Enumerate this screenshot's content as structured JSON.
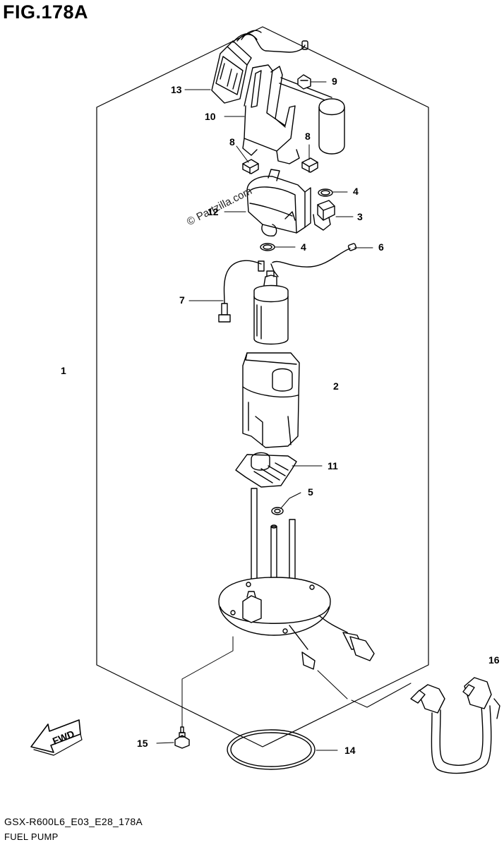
{
  "figure": {
    "title": "FIG.178A",
    "model_code": "GSX-R600L6_E03_E28_178A",
    "caption": "FUEL PUMP",
    "watermark": "© Partzilla.com",
    "direction_label": "FWD"
  },
  "callouts": [
    {
      "id": "1"
    },
    {
      "id": "2"
    },
    {
      "id": "3"
    },
    {
      "id": "4"
    },
    {
      "id": "4b",
      "text": "4"
    },
    {
      "id": "5"
    },
    {
      "id": "6"
    },
    {
      "id": "7"
    },
    {
      "id": "8"
    },
    {
      "id": "8b",
      "text": "8"
    },
    {
      "id": "9"
    },
    {
      "id": "10"
    },
    {
      "id": "11"
    },
    {
      "id": "12"
    },
    {
      "id": "13"
    },
    {
      "id": "14"
    },
    {
      "id": "15"
    },
    {
      "id": "16"
    }
  ],
  "labels": {
    "c1": "1",
    "c2": "2",
    "c3": "3",
    "c4": "4",
    "c4b": "4",
    "c5": "5",
    "c6": "6",
    "c7": "7",
    "c8": "8",
    "c8b": "8",
    "c9": "9",
    "c10": "10",
    "c11": "11",
    "c12": "12",
    "c13": "13",
    "c14": "14",
    "c15": "15",
    "c16": "16"
  }
}
